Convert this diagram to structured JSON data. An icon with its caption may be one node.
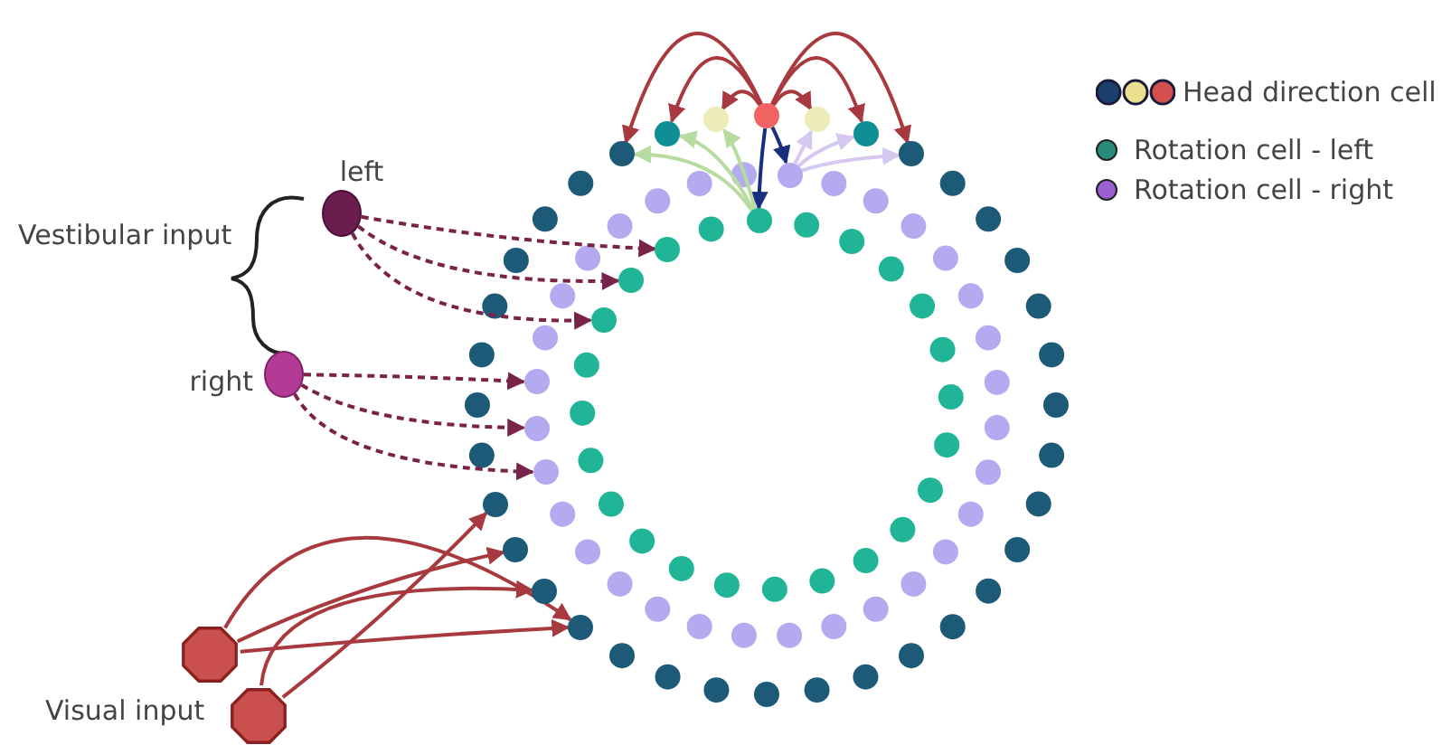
{
  "diagram": {
    "nodes": [
      {
        "text": [
          "left"
        ]
      },
      {
        "text": [
          "right"
        ]
      },
      {
        "text": [],
        "shape": "circle"
      },
      {
        "text": [],
        "shape": "circle"
      },
      {
        "text": [],
        "shape": "circle"
      },
      {
        "text": [],
        "shape": "circle"
      },
      {
        "text": [],
        "shape": "circle"
      },
      {
        "text": [],
        "shape": "circle"
      },
      {
        "text": [],
        "shape": "circle"
      },
      {
        "text": [],
        "shape": "circle"
      },
      {
        "text": [],
        "shape": "circle"
      },
      {
        "text": [],
        "shape": "circle"
      },
      {
        "text": [],
        "shape": "circle"
      },
      {
        "text": [],
        "shape": "circle"
      },
      {
        "text": [],
        "shape": "circle"
      },
      {
        "text": [],
        "shape": "circle"
      },
      {
        "text": [],
        "shape": "circle"
      },
      {
        "text": [],
        "shape": "octagon"
      },
      {
        "text": [],
        "shape": "octagon"
      },
      {
        "text": [],
        "shape": "circle"
      },
      {
        "text": [],
        "shape": "circle"
      },
      {
        "text": [],
        "shape": "circle"
      },
      {
        "text": [],
        "shape": "circle"
      }
    ],
    "edges": [
      {
        "from": 2,
        "to": 3,
        "arrow": "to"
      },
      {
        "from": 2,
        "to": 4,
        "arrow": "to"
      },
      {
        "from": 2,
        "to": 5,
        "arrow": "to"
      },
      {
        "from": 2,
        "to": 6,
        "arrow": "to"
      },
      {
        "from": 2,
        "to": 7,
        "arrow": "to"
      },
      {
        "from": 2,
        "to": 8,
        "arrow": "to"
      },
      {
        "from": 2,
        "to": 9,
        "arrow": "to",
        "color": "#1a2e80"
      },
      {
        "from": 2,
        "to": 10,
        "arrow": "to",
        "color": "#1a2e80"
      },
      {
        "from": 9,
        "to": 5,
        "arrow": "to",
        "color": "#b8dba0"
      },
      {
        "from": 9,
        "to": 4,
        "arrow": "to",
        "color": "#b8dba0"
      },
      {
        "from": 9,
        "to": 3,
        "arrow": "to",
        "color": "#b8dba0"
      },
      {
        "from": 10,
        "to": 6,
        "arrow": "to",
        "color": "#d6c8f0"
      },
      {
        "from": 10,
        "to": 7,
        "arrow": "to",
        "color": "#d6c8f0"
      },
      {
        "from": 10,
        "to": 8,
        "arrow": "to",
        "color": "#d6c8f0"
      },
      {
        "from": 0,
        "to": 11,
        "arrow": "to",
        "style": "dashed",
        "color": "#7a2348"
      },
      {
        "from": 0,
        "to": 12,
        "arrow": "to",
        "style": "dashed",
        "color": "#7a2348"
      },
      {
        "from": 0,
        "to": 13,
        "arrow": "to",
        "style": "dashed",
        "color": "#7a2348"
      },
      {
        "from": 1,
        "to": 14,
        "arrow": "to",
        "style": "dashed",
        "color": "#7a2348"
      },
      {
        "from": 1,
        "to": 15,
        "arrow": "to",
        "style": "dashed",
        "color": "#7a2348"
      },
      {
        "from": 1,
        "to": 16,
        "arrow": "to",
        "style": "dashed",
        "color": "#7a2348"
      },
      {
        "from": 17,
        "to": 22,
        "arrow": "to"
      },
      {
        "from": 17,
        "to": 20,
        "arrow": "to"
      },
      {
        "from": 17,
        "to": 22,
        "arrow": "to"
      },
      {
        "from": 18,
        "to": 21,
        "arrow": "to"
      },
      {
        "from": 18,
        "to": 19,
        "arrow": "to"
      }
    ],
    "labels": [
      "Vestibular input",
      "Visual input"
    ],
    "legend": [
      {
        "text": "Head direction cell"
      },
      {
        "text": "Rotation cell - left",
        "color": "#2a8a7a"
      },
      {
        "text": "Rotation cell - right",
        "color": "#9a5fd0"
      }
    ]
  }
}
